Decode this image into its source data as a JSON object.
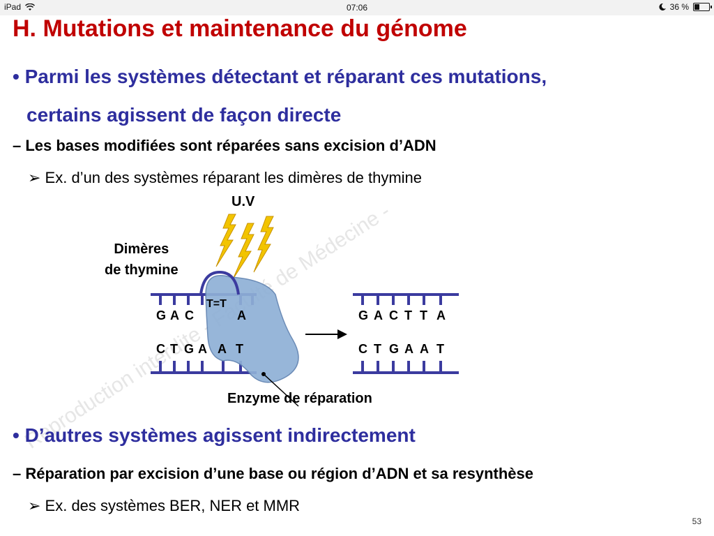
{
  "status_bar": {
    "device": "iPad",
    "time": "07:06",
    "battery": "36 %",
    "battery_level_percent": 36
  },
  "slide": {
    "title": "H. Mutations et maintenance du génome",
    "bullet1_line1": "• Parmi les systèmes détectant et réparant ces mutations,",
    "bullet1_line2": "certains agissent de façon directe",
    "dash1": "– Les bases modifiées sont réparées sans excision d’ADN",
    "example1": "Ex. d’un des systèmes réparant les dimères de thymine",
    "diagram": {
      "uv_label": "U.V",
      "dimer_label_line1": "Dimères",
      "dimer_label_line2": "de thymine",
      "enzyme_label": "Enzyme de réparation",
      "left_top_bases": [
        "G",
        "A",
        "C",
        "T",
        "T",
        "A"
      ],
      "left_bottom_bases": [
        "C",
        "T",
        "G",
        "A",
        "A",
        "T"
      ],
      "right_top_bases": [
        "G",
        "A",
        "C",
        "T",
        "T",
        "A"
      ],
      "right_bottom_bases": [
        "C",
        "T",
        "G",
        "A",
        "A",
        "T"
      ],
      "dimer_text": "T=T"
    },
    "bullet2": "• D’autres systèmes agissent indirectement",
    "dash2": "– Réparation  par excision d’une base ou région d’ADN et sa resynthèse",
    "example2": "Ex. des systèmes BER, NER et MMR",
    "watermark": "Reproduction interdite - Faculté de Médecine -",
    "page_number": "53"
  }
}
